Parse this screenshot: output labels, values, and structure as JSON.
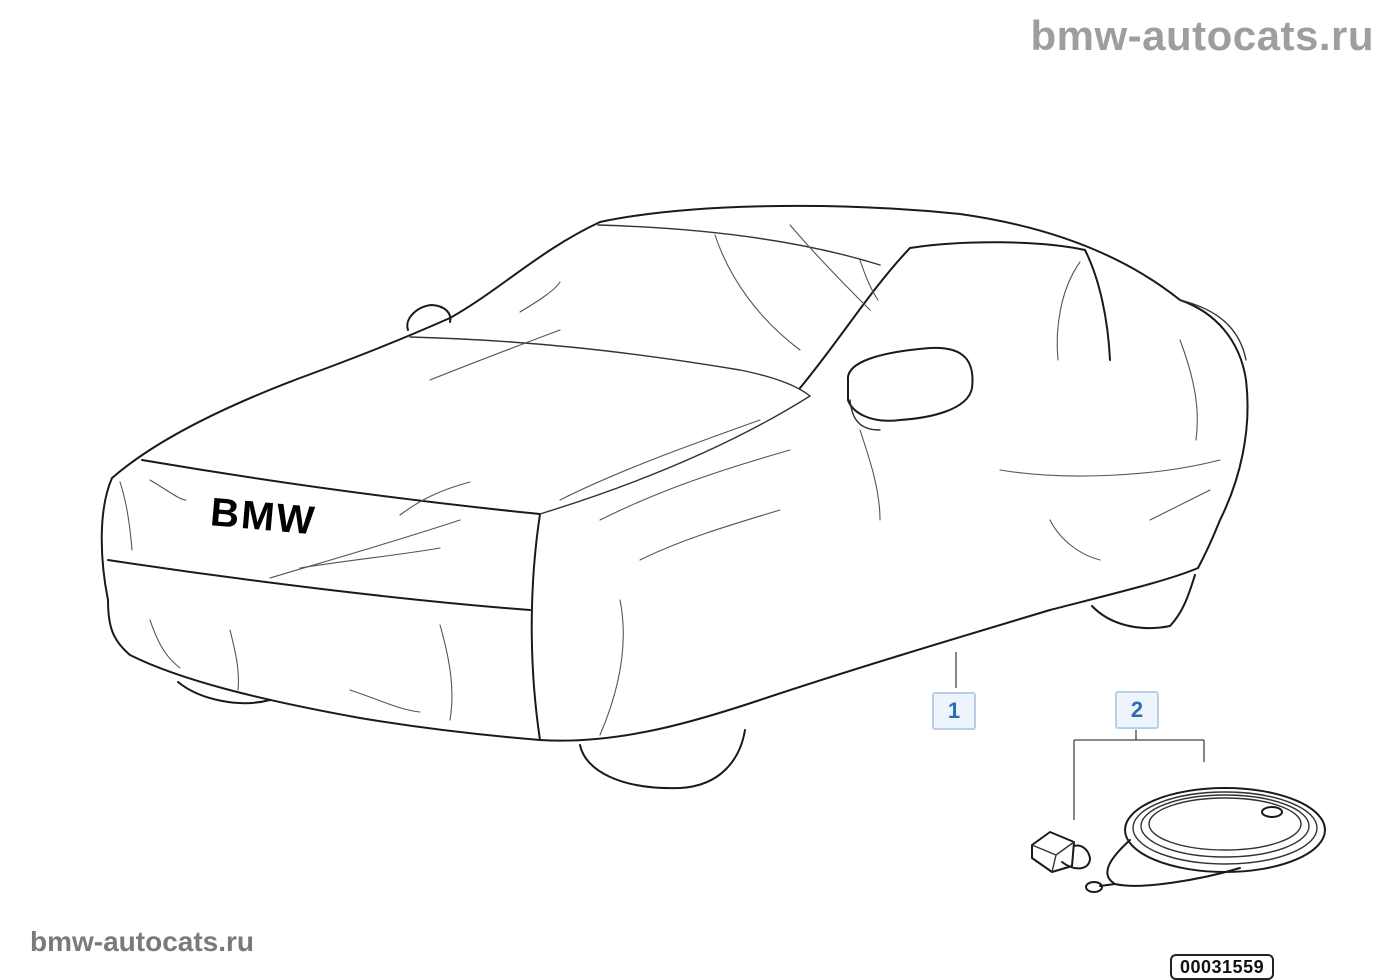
{
  "watermark": {
    "top": "bmw-autocats.ru",
    "bottom": "bmw-autocats.ru"
  },
  "car_cover": {
    "logo_text": "BMW"
  },
  "callouts": [
    {
      "label": "1"
    },
    {
      "label": "2"
    }
  ],
  "diagram_id": "00031559",
  "colors": {
    "callout_text": "#2e6db4",
    "callout_bg": "#eef4fb",
    "callout_border": "#b9cfe6",
    "watermark": "#9e9e9e"
  }
}
